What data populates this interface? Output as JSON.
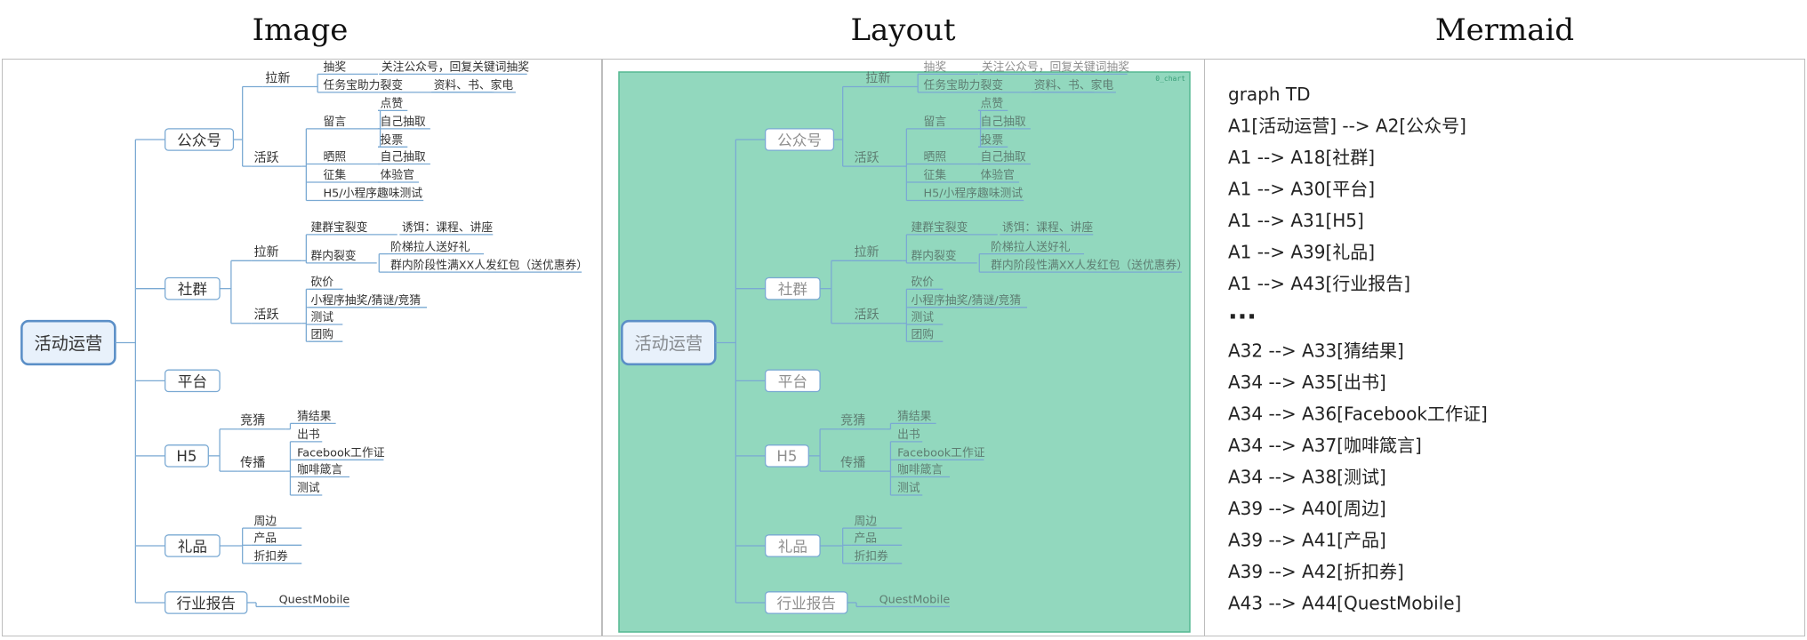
{
  "headings": {
    "image": "Image",
    "layout": "Layout",
    "mermaid": "Mermaid"
  },
  "layout_overlay_label": "0_chart",
  "colors": {
    "line": "#7aa9d3",
    "root_fill": "#e8f1fb",
    "root_stroke": "#5b8fc7",
    "box_fill": "#ffffff",
    "box_stroke": "#7aa9d3",
    "text": "#333333",
    "overlay_fill": "#92d8be",
    "overlay_stroke": "#55b892"
  },
  "mindmap": {
    "root": "活动运营",
    "branches": [
      {
        "label": "公众号",
        "children": [
          {
            "label": "拉新",
            "children": [
              {
                "label": "抽奖",
                "children": [
                  {
                    "label": "关注公众号，回复关键词抽奖"
                  }
                ]
              },
              {
                "label": "任务宝助力裂变",
                "children": [
                  {
                    "label": "资料、书、家电"
                  }
                ]
              }
            ]
          },
          {
            "label": "活跃",
            "children": [
              {
                "label": "留言",
                "children": [
                  {
                    "label": "点赞"
                  },
                  {
                    "label": "自己抽取"
                  },
                  {
                    "label": "投票"
                  }
                ]
              },
              {
                "label": "晒照",
                "children": [
                  {
                    "label": "自己抽取"
                  }
                ]
              },
              {
                "label": "征集",
                "children": [
                  {
                    "label": "体验官"
                  }
                ]
              },
              {
                "label": "H5/小程序趣味测试"
              }
            ]
          }
        ]
      },
      {
        "label": "社群",
        "children": [
          {
            "label": "拉新",
            "children": [
              {
                "label": "建群宝裂变",
                "children": [
                  {
                    "label": "诱饵：课程、讲座"
                  }
                ]
              },
              {
                "label": "群内裂变",
                "children": [
                  {
                    "label": "阶梯拉人送好礼"
                  },
                  {
                    "label": "群内阶段性满XX人发红包（送优惠券）"
                  }
                ]
              }
            ]
          },
          {
            "label": "活跃",
            "children": [
              {
                "label": "砍价"
              },
              {
                "label": "小程序抽奖/猜谜/竞猜"
              },
              {
                "label": "测试"
              },
              {
                "label": "团购"
              }
            ]
          }
        ]
      },
      {
        "label": "平台"
      },
      {
        "label": "H5",
        "children": [
          {
            "label": "竞猜",
            "children": [
              {
                "label": "猜结果"
              }
            ]
          },
          {
            "label": "传播",
            "children": [
              {
                "label": "出书"
              },
              {
                "label": "Facebook工作证"
              },
              {
                "label": "咖啡箴言"
              },
              {
                "label": "测试"
              }
            ]
          }
        ]
      },
      {
        "label": "礼品",
        "children": [
          {
            "label": "周边"
          },
          {
            "label": "产品"
          },
          {
            "label": "折扣券"
          }
        ]
      },
      {
        "label": "行业报告",
        "children": [
          {
            "label": "QuestMobile"
          }
        ]
      }
    ]
  },
  "mermaid_lines": {
    "top": [
      "graph TD",
      "A1[活动运营] --> A2[公众号]",
      "A1 --> A18[社群]",
      "A1 --> A30[平台]",
      "A1 --> A31[H5]",
      "A1 --> A39[礼品]",
      "A1 --> A43[行业报告]"
    ],
    "ellipsis": "···",
    "bottom": [
      "A32 --> A33[猜结果]",
      "A34 --> A35[出书]",
      "A34 --> A36[Facebook工作证]",
      "A34 --> A37[咖啡箴言]",
      "A34 --> A38[测试]",
      "A39 --> A40[周边]",
      "A39 --> A41[产品]",
      "A39 --> A42[折扣券]",
      "A43 --> A44[QuestMobile]"
    ]
  }
}
